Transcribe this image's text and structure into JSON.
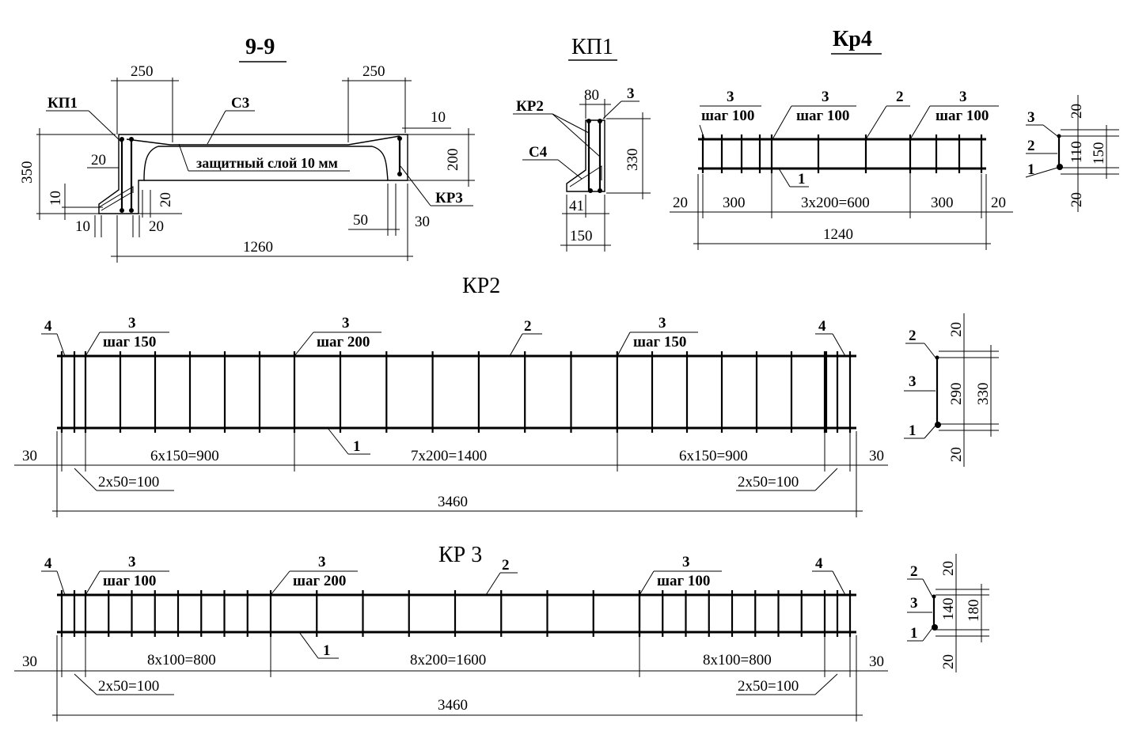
{
  "titles": {
    "section": "9-9",
    "kp1": "КП1",
    "kr4": "Кр4",
    "kr2": "КР2",
    "kr3": "КР 3"
  },
  "section": {
    "dims": {
      "top_left": "250",
      "top_right": "250",
      "h_left": "350",
      "h_right": "200",
      "right_top": "10",
      "bottom": "1260",
      "a10_v": "10",
      "a10_h": "10",
      "a20_l": "20",
      "a20_in": "20",
      "a20_bot": "20",
      "a50": "50",
      "a30": "30"
    },
    "labels": {
      "kp1": "КП1",
      "c3": "С3",
      "cover": "защитный слой  10 мм",
      "kr3": "КР3"
    }
  },
  "kp1": {
    "dims": {
      "top": "80",
      "height": "330",
      "bot_small": "41",
      "bot": "150"
    },
    "labels": {
      "kr2": "КР2",
      "c4": "С4",
      "three": "3"
    }
  },
  "kr4": {
    "labels": {
      "l1_num": "3",
      "l1_step": "шаг 100",
      "l2_num": "3",
      "l2_step": "шаг 100",
      "l3_num": "2",
      "l4_num": "3",
      "l4_step": "шаг 100",
      "bottom_num": "1"
    },
    "dims": {
      "a20l": "20",
      "a300l": "300",
      "mid": "3x200=600",
      "a300r": "300",
      "a20r": "20",
      "total": "1240"
    },
    "section": {
      "l3": "3",
      "l2": "2",
      "l1": "1",
      "d20t": "20",
      "d110": "110",
      "d150": "150",
      "d20b": "20"
    }
  },
  "kr2": {
    "labels": {
      "n4l": "4",
      "a_num": "3",
      "a_step": "шаг 150",
      "b_num": "3",
      "b_step": "шаг 200",
      "n2": "2",
      "c_num": "3",
      "c_step": "шаг 150",
      "n4r": "4",
      "n1": "1"
    },
    "dims": {
      "a30l": "30",
      "s1": "6x150=900",
      "s2": "7x200=1400",
      "s3": "6x150=900",
      "a30r": "30",
      "d100l": "2x50=100",
      "d100r": "2x50=100",
      "total": "3460"
    },
    "section": {
      "l2": "2",
      "l3": "3",
      "l1": "1",
      "d20t": "20",
      "d290": "290",
      "d330": "330",
      "d20b": "20"
    }
  },
  "kr3": {
    "labels": {
      "n4l": "4",
      "a_num": "3",
      "a_step": "шаг 100",
      "b_num": "3",
      "b_step": "шаг 200",
      "n2": "2",
      "c_num": "3",
      "c_step": "шаг 100",
      "n4r": "4",
      "n1": "1"
    },
    "dims": {
      "a30l": "30",
      "s1": "8x100=800",
      "s2": "8x200=1600",
      "s3": "8x100=800",
      "a30r": "30",
      "d100l": "2x50=100",
      "d100r": "2x50=100",
      "total": "3460"
    },
    "section": {
      "l2": "2",
      "l3": "3",
      "l1": "1",
      "d20t": "20",
      "d140": "140",
      "d180": "180",
      "d20b": "20"
    }
  }
}
